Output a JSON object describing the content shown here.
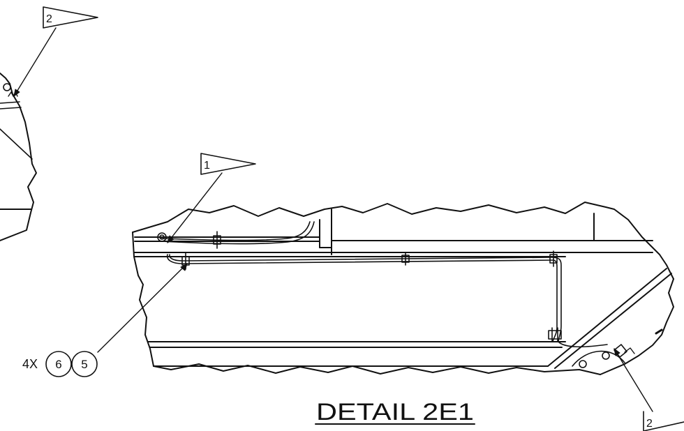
{
  "drawing": {
    "title": "DETAIL 2E1",
    "flags": [
      {
        "id": "flag-top-left",
        "label": "2"
      },
      {
        "id": "flag-middle",
        "label": "1"
      },
      {
        "id": "flag-bottom-right",
        "label": "2"
      }
    ],
    "callout": {
      "prefix": "4X",
      "balloons": [
        "6",
        "5"
      ]
    },
    "line_color": "#111111",
    "background": "#ffffff"
  }
}
